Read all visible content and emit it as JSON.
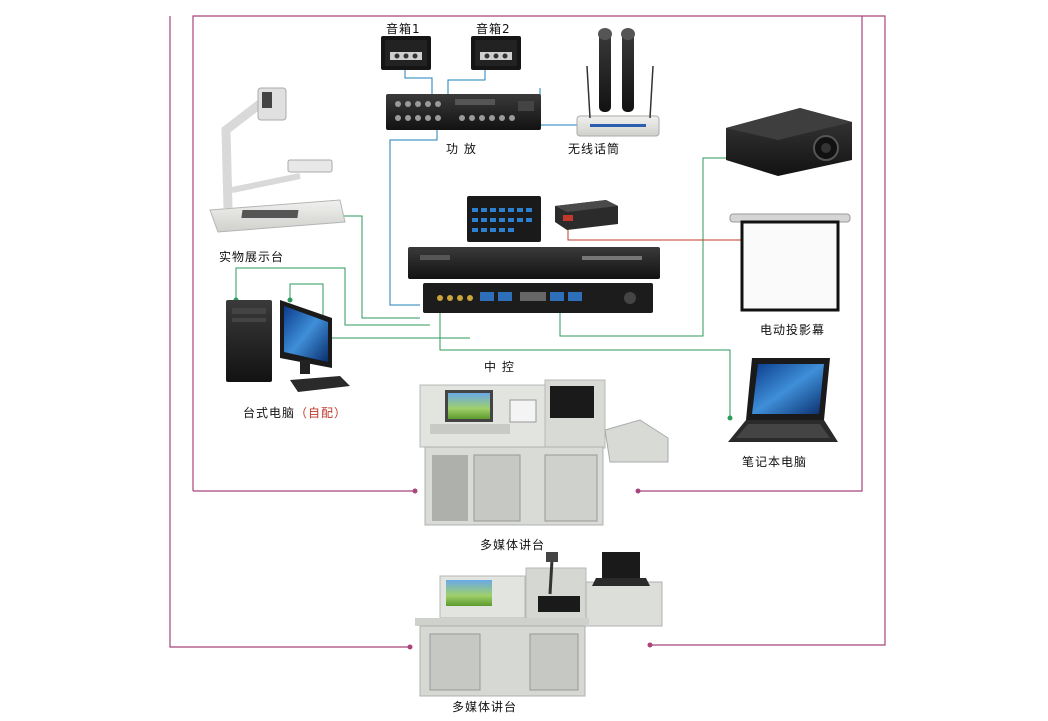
{
  "labels": {
    "speaker1": "音箱1",
    "speaker2": "音箱2",
    "amplifier": "功 放",
    "wireless_mic": "无线话筒",
    "document_camera": "实物展示台",
    "projector_screen": "电动投影幕",
    "central_control": "中 控",
    "desktop_pc": "台式电脑",
    "desktop_pc_note": "（自配）",
    "laptop": "笔记本电脑",
    "podium1": "多媒体讲台",
    "podium2": "多媒体讲台"
  },
  "colors": {
    "audio_line": "#1e7fb8",
    "video_line": "#2e9a5c",
    "control_line": "#c0392b",
    "power_line": "#a8457a"
  },
  "icons": [
    "speaker-icon",
    "amplifier-icon",
    "microphone-icon",
    "projector-icon",
    "document-camera-icon",
    "control-panel-icon",
    "relay-box-icon",
    "screen-icon",
    "central-control-icon",
    "desktop-pc-icon",
    "laptop-icon",
    "podium-icon"
  ]
}
